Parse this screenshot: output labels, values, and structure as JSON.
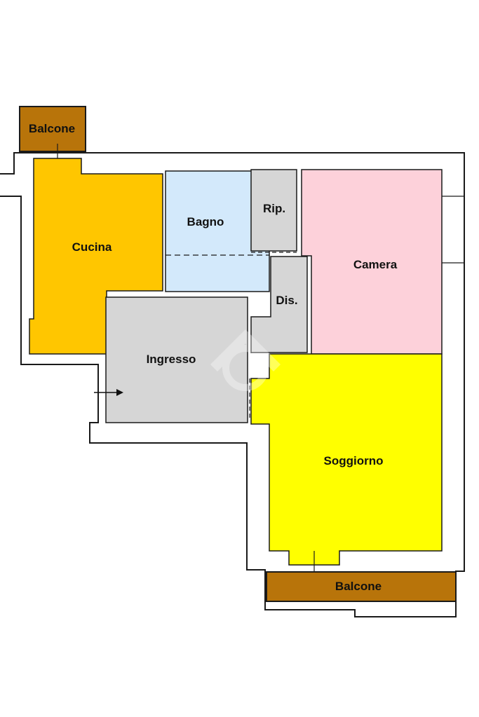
{
  "rooms": {
    "balcone_top": {
      "label": "Balcone",
      "color": "#b8740a"
    },
    "cucina": {
      "label": "Cucina",
      "color": "#ffc600"
    },
    "bagno": {
      "label": "Bagno",
      "color": "#d3e9fb"
    },
    "ripostiglio": {
      "label": "Rip.",
      "color": "#d6d6d6"
    },
    "camera": {
      "label": "Camera",
      "color": "#fdd1da"
    },
    "disimpegno": {
      "label": "Dis.",
      "color": "#d6d6d6"
    },
    "ingresso": {
      "label": "Ingresso",
      "color": "#d6d6d6"
    },
    "soggiorno": {
      "label": "Soggiorno",
      "color": "#ffff00"
    },
    "balcone_bottom": {
      "label": "Balcone",
      "color": "#b8740a"
    }
  },
  "icons": {
    "entrance": "arrow-right-icon",
    "watermark": "house-logo-icon"
  }
}
